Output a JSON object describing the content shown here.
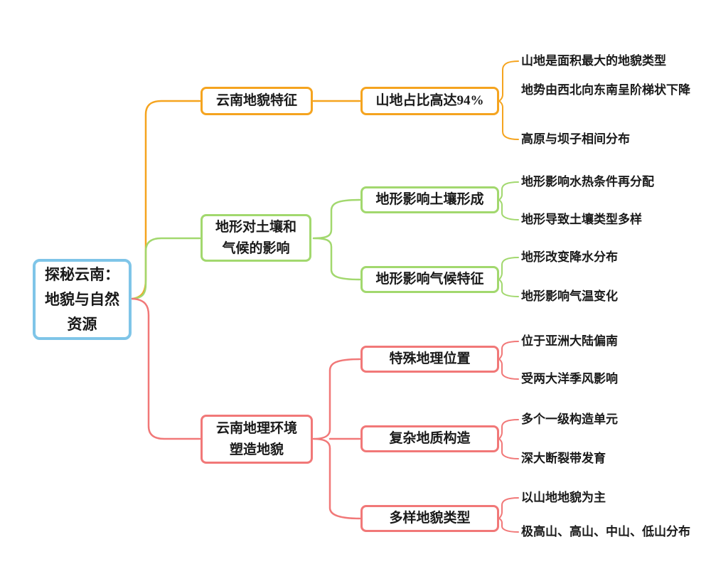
{
  "colors": {
    "root": "#7FC5E8",
    "branch1": "#F5A41F",
    "branch2": "#A2D86E",
    "branch3": "#F17878",
    "text": "#1A1A1A",
    "background": "#FFFFFF"
  },
  "root": {
    "label": [
      "探秘云南：",
      "地貌与自然",
      "资源"
    ]
  },
  "branches": [
    {
      "label": "云南地貌特征",
      "color": "#F5A41F",
      "children": [
        {
          "label": "山地占比高达94%",
          "leaves": [
            "山地是面积最大的地貌类型",
            "地势由西北向东南呈阶梯状下降",
            "高原与坝子相间分布"
          ]
        }
      ]
    },
    {
      "label": [
        "地形对土壤和",
        "气候的影响"
      ],
      "color": "#A2D86E",
      "children": [
        {
          "label": "地形影响土壤形成",
          "leaves": [
            "地形影响水热条件再分配",
            "地形导致土壤类型多样"
          ]
        },
        {
          "label": "地形影响气候特征",
          "leaves": [
            "地形改变降水分布",
            "地形影响气温变化"
          ]
        }
      ]
    },
    {
      "label": [
        "云南地理环境",
        "塑造地貌"
      ],
      "color": "#F17878",
      "children": [
        {
          "label": "特殊地理位置",
          "leaves": [
            "位于亚洲大陆偏南",
            "受两大洋季风影响"
          ]
        },
        {
          "label": "复杂地质构造",
          "leaves": [
            "多个一级构造单元",
            "深大断裂带发育"
          ]
        },
        {
          "label": "多样地貌类型",
          "leaves": [
            "以山地地貌为主",
            "极高山、高山、中山、低山分布"
          ]
        }
      ]
    }
  ]
}
